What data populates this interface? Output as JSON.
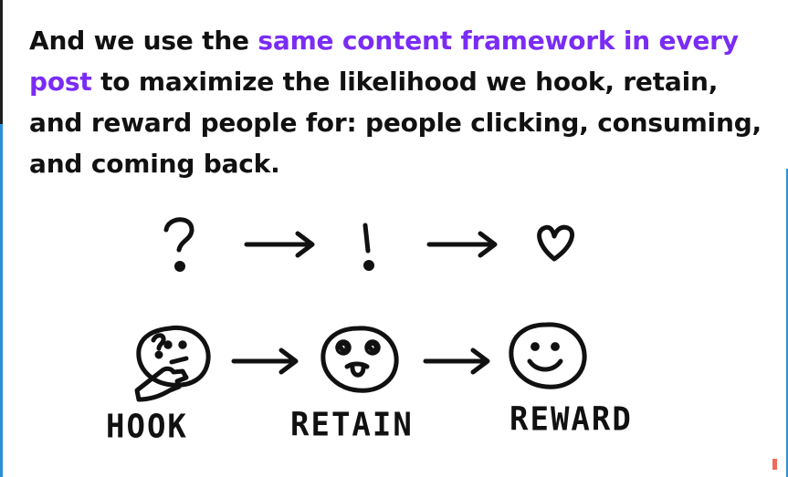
{
  "headline": {
    "lead": "And we use the ",
    "highlight": "same content framework in every post",
    "rest": " to maximize the likelihood we hook, retain, and reward people for: people clicking, consuming, and coming back."
  },
  "colors": {
    "text": "#111111",
    "highlight": "#7a2cf5",
    "ink": "#111111"
  },
  "icons": {
    "row1": [
      "question-mark-icon",
      "arrow-right-icon",
      "exclamation-mark-icon",
      "arrow-right-icon",
      "heart-icon"
    ],
    "row2": [
      "thinking-face-icon",
      "arrow-right-icon",
      "dizzy-face-icon",
      "arrow-right-icon",
      "smiley-face-icon"
    ]
  },
  "stages": [
    {
      "label": "HOOK"
    },
    {
      "label": "RETAIN"
    },
    {
      "label": "REWARD"
    }
  ]
}
